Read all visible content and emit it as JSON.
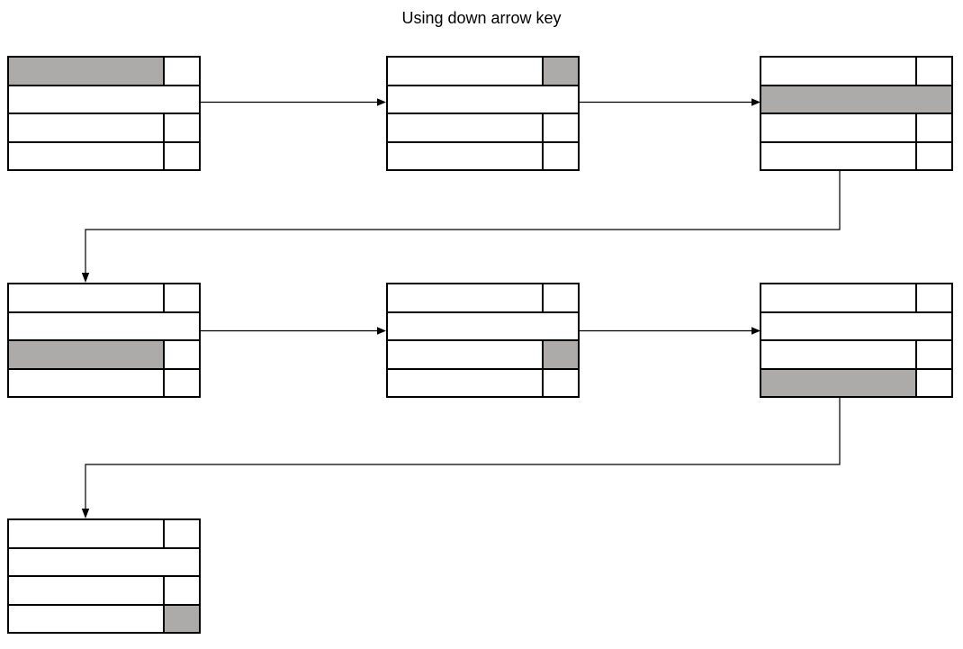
{
  "title": "Using down arrow key",
  "colors": {
    "selection": "#ADAAAA",
    "border": "#000000",
    "cell": "#FFFFFF",
    "connector": "#000000",
    "background": "#FFFFFF"
  },
  "diagram": {
    "type": "flow-sequence",
    "description": "Seven snapshots of a 4-row table showing the selection highlight moving one step at a time when the down arrow key is pressed",
    "step_count": 7,
    "table_structure": {
      "row_count": 4,
      "rows": [
        {
          "index": 1,
          "cells": [
            "wide",
            "narrow"
          ]
        },
        {
          "index": 2,
          "cells": [
            "full"
          ]
        },
        {
          "index": 3,
          "cells": [
            "wide",
            "narrow"
          ]
        },
        {
          "index": 4,
          "cells": [
            "wide",
            "narrow"
          ]
        }
      ]
    },
    "steps": [
      {
        "id": "step-1",
        "order": 1,
        "selected_row": 1,
        "selected_cell": "wide",
        "cells": [
          {
            "row": 1,
            "type": "wide",
            "selected": true
          },
          {
            "row": 1,
            "type": "narrow",
            "selected": false
          },
          {
            "row": 2,
            "type": "full",
            "selected": false
          },
          {
            "row": 3,
            "type": "wide",
            "selected": false
          },
          {
            "row": 3,
            "type": "narrow",
            "selected": false
          },
          {
            "row": 4,
            "type": "wide",
            "selected": false
          },
          {
            "row": 4,
            "type": "narrow",
            "selected": false
          }
        ]
      },
      {
        "id": "step-2",
        "order": 2,
        "selected_row": 1,
        "selected_cell": "narrow",
        "cells": [
          {
            "row": 1,
            "type": "wide",
            "selected": false
          },
          {
            "row": 1,
            "type": "narrow",
            "selected": true
          },
          {
            "row": 2,
            "type": "full",
            "selected": false
          },
          {
            "row": 3,
            "type": "wide",
            "selected": false
          },
          {
            "row": 3,
            "type": "narrow",
            "selected": false
          },
          {
            "row": 4,
            "type": "wide",
            "selected": false
          },
          {
            "row": 4,
            "type": "narrow",
            "selected": false
          }
        ]
      },
      {
        "id": "step-3",
        "order": 3,
        "selected_row": 2,
        "selected_cell": "full",
        "cells": [
          {
            "row": 1,
            "type": "wide",
            "selected": false
          },
          {
            "row": 1,
            "type": "narrow",
            "selected": false
          },
          {
            "row": 2,
            "type": "full",
            "selected": true
          },
          {
            "row": 3,
            "type": "wide",
            "selected": false
          },
          {
            "row": 3,
            "type": "narrow",
            "selected": false
          },
          {
            "row": 4,
            "type": "wide",
            "selected": false
          },
          {
            "row": 4,
            "type": "narrow",
            "selected": false
          }
        ]
      },
      {
        "id": "step-4",
        "order": 4,
        "selected_row": 3,
        "selected_cell": "wide",
        "cells": [
          {
            "row": 1,
            "type": "wide",
            "selected": false
          },
          {
            "row": 1,
            "type": "narrow",
            "selected": false
          },
          {
            "row": 2,
            "type": "full",
            "selected": false
          },
          {
            "row": 3,
            "type": "wide",
            "selected": true
          },
          {
            "row": 3,
            "type": "narrow",
            "selected": false
          },
          {
            "row": 4,
            "type": "wide",
            "selected": false
          },
          {
            "row": 4,
            "type": "narrow",
            "selected": false
          }
        ]
      },
      {
        "id": "step-5",
        "order": 5,
        "selected_row": 3,
        "selected_cell": "narrow",
        "cells": [
          {
            "row": 1,
            "type": "wide",
            "selected": false
          },
          {
            "row": 1,
            "type": "narrow",
            "selected": false
          },
          {
            "row": 2,
            "type": "full",
            "selected": false
          },
          {
            "row": 3,
            "type": "wide",
            "selected": false
          },
          {
            "row": 3,
            "type": "narrow",
            "selected": true
          },
          {
            "row": 4,
            "type": "wide",
            "selected": false
          },
          {
            "row": 4,
            "type": "narrow",
            "selected": false
          }
        ]
      },
      {
        "id": "step-6",
        "order": 6,
        "selected_row": 4,
        "selected_cell": "wide",
        "cells": [
          {
            "row": 1,
            "type": "wide",
            "selected": false
          },
          {
            "row": 1,
            "type": "narrow",
            "selected": false
          },
          {
            "row": 2,
            "type": "full",
            "selected": false
          },
          {
            "row": 3,
            "type": "wide",
            "selected": false
          },
          {
            "row": 3,
            "type": "narrow",
            "selected": false
          },
          {
            "row": 4,
            "type": "wide",
            "selected": true
          },
          {
            "row": 4,
            "type": "narrow",
            "selected": false
          }
        ]
      },
      {
        "id": "step-7",
        "order": 7,
        "selected_row": 4,
        "selected_cell": "narrow",
        "cells": [
          {
            "row": 1,
            "type": "wide",
            "selected": false
          },
          {
            "row": 1,
            "type": "narrow",
            "selected": false
          },
          {
            "row": 2,
            "type": "full",
            "selected": false
          },
          {
            "row": 3,
            "type": "wide",
            "selected": false
          },
          {
            "row": 3,
            "type": "narrow",
            "selected": false
          },
          {
            "row": 4,
            "type": "wide",
            "selected": false
          },
          {
            "row": 4,
            "type": "narrow",
            "selected": true
          }
        ]
      }
    ],
    "connectors": [
      {
        "id": "arrow-1-to-2",
        "kind": "straight-right"
      },
      {
        "id": "arrow-2-to-3",
        "kind": "straight-right"
      },
      {
        "id": "arrow-3-to-4",
        "kind": "elbow-down-left-down"
      },
      {
        "id": "arrow-4-to-5",
        "kind": "straight-right"
      },
      {
        "id": "arrow-5-to-6",
        "kind": "straight-right"
      },
      {
        "id": "arrow-6-to-7",
        "kind": "elbow-down-left-down"
      }
    ]
  }
}
